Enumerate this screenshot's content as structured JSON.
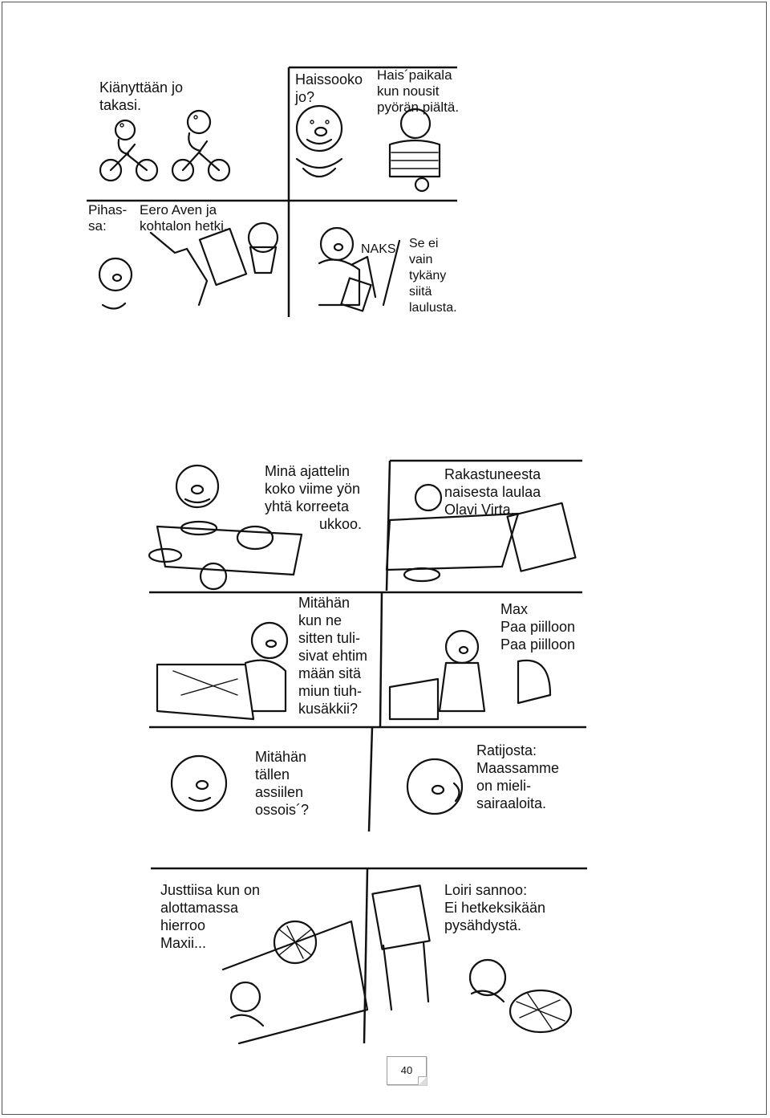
{
  "page": {
    "page_number": "40"
  },
  "strip1": {
    "panels": [
      {
        "caption": [
          "Kiänyttään jo",
          "takasi."
        ]
      },
      {
        "caption": [
          "Haissooko",
          "jo?"
        ]
      },
      {
        "caption": [
          "Hais´paikala",
          "kun nousit",
          "pyörän piältä."
        ]
      },
      {
        "caption_left": [
          "Pihas-",
          "sa:"
        ],
        "caption_right": [
          "Eero Aven ja",
          "kohtalon hetki."
        ]
      },
      {
        "sound": "NAKS",
        "caption": [
          "Se ei",
          "vain",
          "tykäny",
          "siitä",
          "laulusta."
        ]
      }
    ]
  },
  "strip2": {
    "panels": [
      {
        "caption": [
          "Minä ajattelin",
          "koko viime yön",
          "yhtä korreeta",
          "ukkoo."
        ]
      },
      {
        "caption": [
          "Rakastuneesta",
          "naisesta laulaa",
          "Olavi Virta."
        ]
      },
      {
        "caption": [
          "Mitähän",
          "kun ne",
          "sitten tuli-",
          "sivat ehtim",
          "mään sitä",
          "miun tiuh-",
          "kusäkkii?"
        ]
      },
      {
        "caption": [
          "Max",
          "Paa piilloon",
          "Paa piilloon"
        ]
      },
      {
        "caption": [
          "Mitähän",
          "tällen",
          "assiilen",
          "ossois´?"
        ]
      },
      {
        "caption": [
          "Ratijosta:",
          "Maassamme",
          "on mieli-",
          "sairaaloita."
        ]
      }
    ]
  },
  "strip3": {
    "panels": [
      {
        "caption": [
          "Justtiisa  kun on",
          "alottamassa",
          "hierroo",
          "Maxii..."
        ]
      },
      {
        "caption": [
          "Loiri sannoo:",
          "Ei hetkeksikään",
          "pysähdystä."
        ]
      }
    ]
  }
}
